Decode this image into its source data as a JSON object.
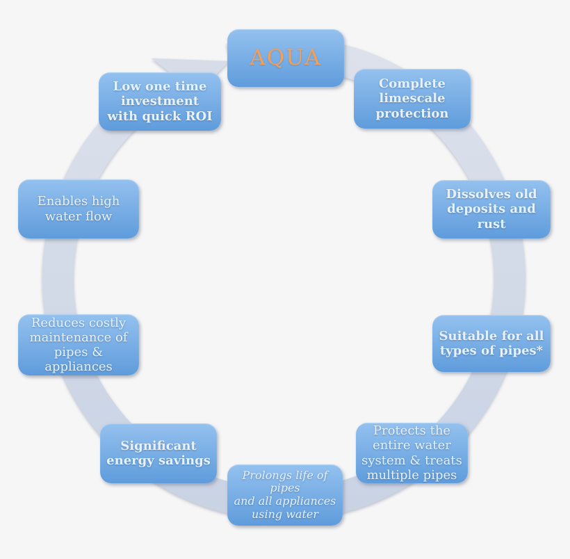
{
  "diagram": {
    "type": "cycle",
    "flow_direction": "clockwise",
    "title": "AQUA",
    "nodes": [
      {
        "id": "complete-limescale",
        "label": "Complete\nlimescale\nprotection",
        "emphasis": "bold"
      },
      {
        "id": "dissolves-deposits",
        "label": "Dissolves old\ndeposits and\nrust",
        "emphasis": "bold"
      },
      {
        "id": "suitable-pipes",
        "label": "Suitable for all\ntypes of pipes*",
        "emphasis": "bold"
      },
      {
        "id": "protects-system",
        "label": "Protects the\nentire water\nsystem & treats\nmultiple pipes",
        "emphasis": "regular"
      },
      {
        "id": "prolongs-life",
        "label": "Prolongs life of pipes\nand all appliances\nusing water",
        "emphasis": "italic"
      },
      {
        "id": "energy-savings",
        "label": "Significant\nenergy savings",
        "emphasis": "bold"
      },
      {
        "id": "reduces-maintenance",
        "label": "Reduces costly\nmaintenance of\npipes &\nappliances",
        "emphasis": "regular"
      },
      {
        "id": "high-water-flow",
        "label": "Enables high\nwater flow",
        "emphasis": "regular"
      },
      {
        "id": "low-investment",
        "label": "Low one time\ninvestment\nwith quick ROI",
        "emphasis": "bold"
      }
    ]
  },
  "colors": {
    "background": "#f6f6f6",
    "box-top": "#94c1ef",
    "box-bottom": "#5f9cdc",
    "box-text": "#e6f1fb",
    "aqua-text": "#efa05f",
    "band-top": "#dce1eb",
    "band-bottom": "#c9d3e4",
    "arrow": "#d6dce8"
  }
}
